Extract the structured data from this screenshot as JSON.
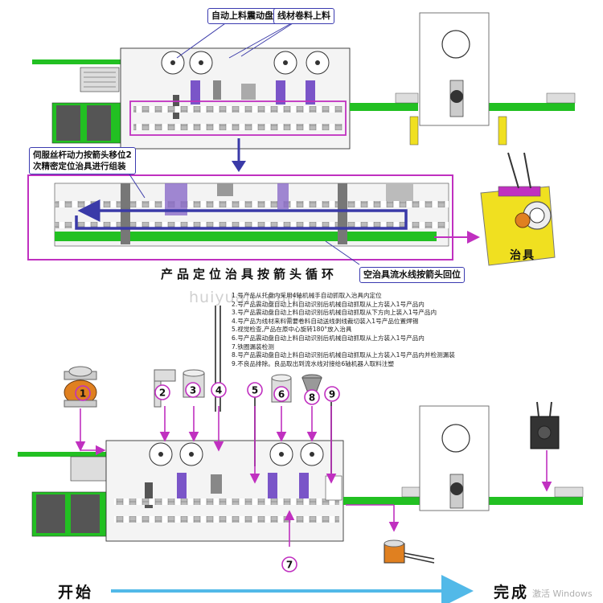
{
  "labels": {
    "vibration_feeder": "自动上料震动盘",
    "wire_reel_feed": "线材卷料上料",
    "servo_note": "伺服丝杆动力按箭头移位2\n次精密定位治具进行组装",
    "cycle_title": "产品定位治具按箭头循环",
    "return_note": "空治具流水线按箭头回位",
    "fixture": "治具",
    "start": "开始",
    "finish": "完成"
  },
  "watermark": "huiyuan                   .com",
  "windows_mark": "激活 Windows",
  "steps": [
    "1.号产品从托盘内采用4轴机械手自动抓取入治具内定位",
    "2.号产品震动盘自动上料自动识别后机械自动抓取从上方装入1号产品内",
    "3.号产品震动盘自动上料自动识别后机械自动抓取从下方向上装入1号产品内",
    "4.号产品为线材来料需要卷料自动送线剥线裁切装入1号产品位置焊锡",
    "5.视觉检查,产品在原中心旋转180°放入治具",
    "6.号产品震动盘自动上料自动识别后机械自动抓取从上方装入1号产品内",
    "7.铁圈漏装检测",
    "8.号产品震动盘自动上料自动识别后机械自动抓取从上方装入1号产品内并检测漏装",
    "9.不良品排除。良品取出到流水线对接给6轴机器人取料注塑"
  ],
  "step_markers": [
    "1",
    "2",
    "3",
    "4",
    "5",
    "6",
    "7",
    "8",
    "9"
  ],
  "colors": {
    "magenta": "#c030c0",
    "blue": "#3a3aa8",
    "green": "#22c022",
    "yellow": "#f0e020",
    "cyan_arrow": "#52b9e8"
  }
}
